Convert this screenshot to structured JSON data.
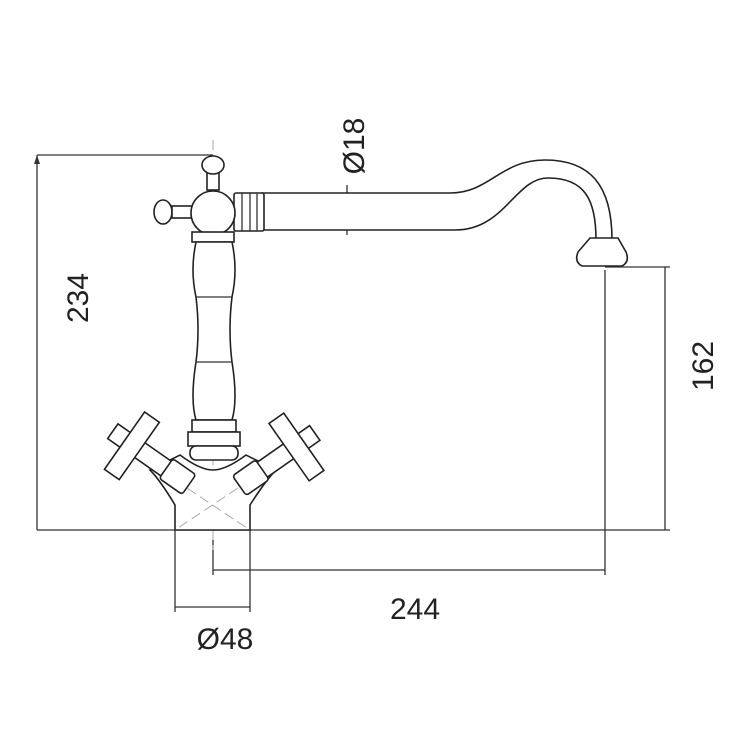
{
  "dimensions": {
    "total_height": "234",
    "spout_height": "162",
    "spout_reach": "244",
    "spout_diameter": "Ø18",
    "base_diameter": "Ø48"
  },
  "colors": {
    "line": "#222222",
    "background": "#ffffff"
  }
}
